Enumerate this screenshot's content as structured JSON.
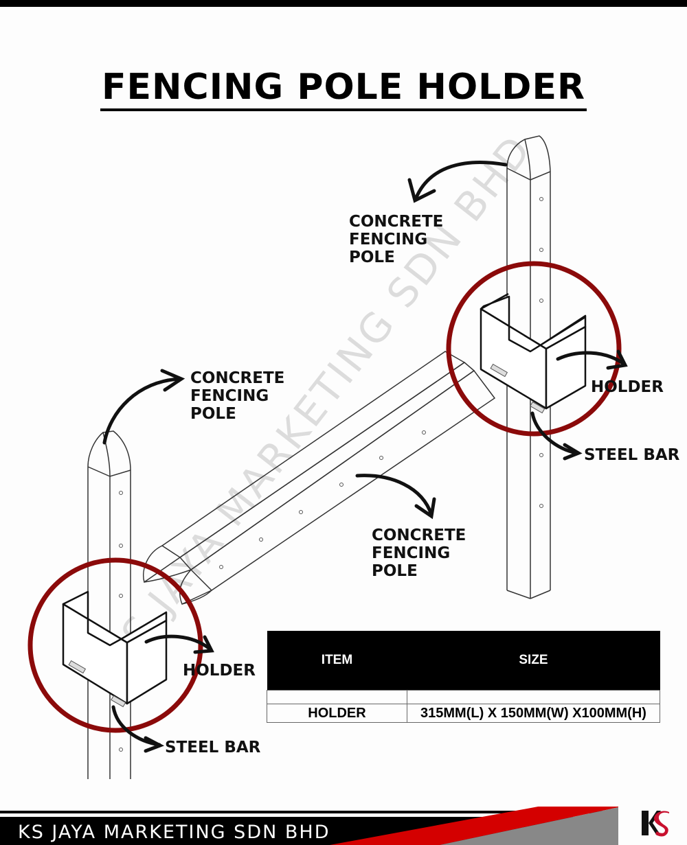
{
  "header": {
    "title": "FENCING POLE HOLDER"
  },
  "labels": {
    "top_right_pole": [
      "CONCRETE",
      "FENCING",
      "POLE"
    ],
    "left_pole": [
      "CONCRETE",
      "FENCING",
      "POLE"
    ],
    "middle_pole": [
      "CONCRETE",
      "FENCING",
      "POLE"
    ],
    "right_holder": "HOLDER",
    "right_steel_bar": "STEEL BAR",
    "left_holder": "HOLDER",
    "left_steel_bar": "STEEL BAR"
  },
  "watermark": "KS JAYA MARKETING SDN BHD",
  "spec_table": {
    "columns": [
      "ITEM",
      "SIZE"
    ],
    "rows": [
      [
        "",
        ""
      ],
      [
        "HOLDER",
        "315MM(L) X 150MM(W) X100MM(H)"
      ]
    ]
  },
  "footer": {
    "company": "KS JAYA MARKETING SDN BHD",
    "logo_text": "KS"
  },
  "colors": {
    "accent_red": "#8b0a0a",
    "footer_red": "#d40000",
    "footer_gray": "#888888",
    "black": "#000000"
  }
}
